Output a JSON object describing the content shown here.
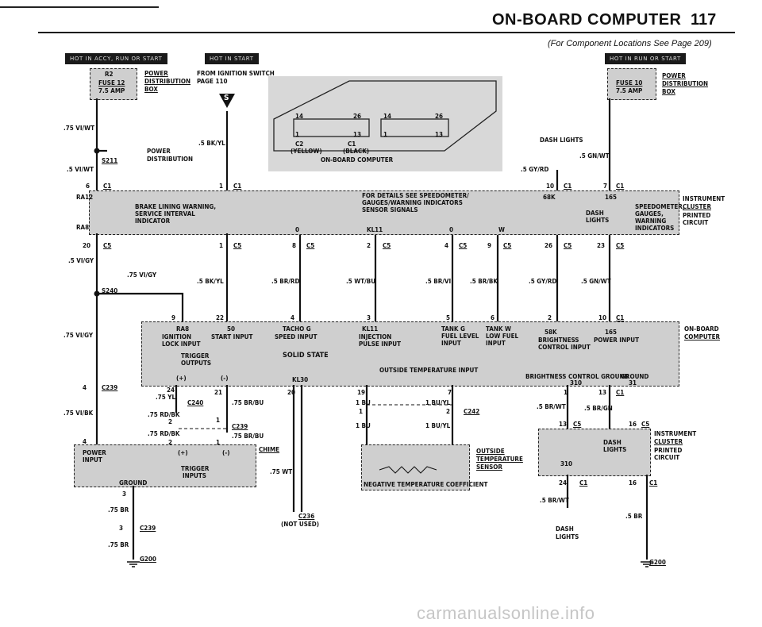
{
  "header": {
    "title": "ON-BOARD COMPUTER",
    "page": "117",
    "note": "(For Component Locations See Page 209)"
  },
  "hot_bars": {
    "left": "HOT IN ACCY, RUN OR START",
    "middle": "HOT IN START",
    "right": "HOT IN RUN OR START"
  },
  "fuse_left": {
    "fuse": "FUSE 12",
    "amp": "7.5 AMP",
    "r": "R2",
    "label": [
      "POWER",
      "DISTRIBUTION",
      "BOX"
    ]
  },
  "fuse_right": {
    "fuse": "FUSE 10",
    "amp": "7.5 AMP",
    "label": [
      "POWER",
      "DISTRIBUTION",
      "BOX"
    ]
  },
  "ignition": {
    "l1": "FROM IGNITION SWITCH",
    "l2": "PAGE 110",
    "arrow": "S"
  },
  "module_img": {
    "c2": "C2",
    "yellow": "(YELLOW)",
    "c1": "C1",
    "black": "(BLACK)",
    "title": "ON-BOARD COMPUTER",
    "n14a": "14",
    "n26a": "26",
    "n1a": "1",
    "n13a": "13",
    "n14b": "14",
    "n26b": "26",
    "n1b": "1",
    "n13b": "13"
  },
  "dash_lights": "DASH LIGHTS",
  "wires": {
    "w75vi": ".75 VI/WT",
    "w5vi": ".5 VI/WT",
    "w5bkyl": ".5 BK/YL",
    "w5gnwt": ".5 GN/WT",
    "w5gyrd": ".5 GY/RD",
    "w5vigy": ".5 VI/GY",
    "w75vigy": ".75 VI/GY",
    "w75vigy2": ".75 VI/GY",
    "w5bkyl2": ".5 BK/YL",
    "w5brrd": ".5 BR/RD",
    "w5wtbu": ".5 WT/BU",
    "w5brvi": ".5 BR/VI",
    "w5brbk": ".5 BR/BK",
    "w5gyrd2": ".5 GY/RD",
    "w5gnwt2": ".5 GN/WT",
    "w75vibk": ".75 VI/BK",
    "w75yl": ".75 YL",
    "w75rdbk": ".75 RD/BK",
    "w75rdbk2": ".75 RD/BK",
    "w75brbu": ".75 BR/BU",
    "w75brbu2": ".75 BR/BU",
    "w75wt": ".75 WT",
    "w1bu": "1 BU",
    "w1buyl": "1 BU/YL",
    "w1bu2": "1 BU",
    "w1buyl2": "1 BU/YL",
    "w5brwt": ".5 BR/WT",
    "w5brgn": ".5 BR/GN",
    "w5brwt2": ".5 BR/WT",
    "w5br": ".5 BR",
    "w75br": ".75 BR",
    "w75br2": ".75 BR"
  },
  "splice": {
    "s211": "S211",
    "power_dist": [
      "POWER",
      "DISTRIBUTION"
    ],
    "s240": "S240"
  },
  "cluster_top": {
    "ra12": "RA12",
    "ra8": "RA8",
    "brake": [
      "BRAKE LINING WARNING,",
      "SERVICE INTERVAL",
      "INDICATOR"
    ],
    "details": [
      "FOR DETAILS SEE SPEEDOMETER/",
      "GAUGES/WARNING INDICATORS",
      "SENSOR SIGNALS"
    ],
    "kl11": "KL11",
    "n0a": "0",
    "n0b": "0",
    "w": "W",
    "n68k": "68K",
    "n165": "165",
    "dash": [
      "DASH",
      "LIGHTS"
    ],
    "speedo": [
      "SPEEDOMETER,",
      "GAUGES,",
      "WARNING",
      "INDICATORS"
    ],
    "label": [
      "INSTRUMENT",
      "CLUSTER"
    ],
    "printed": [
      "PRINTED",
      "CIRCUIT"
    ]
  },
  "connectors": {
    "c1a": "C1",
    "c1b": "C1",
    "c1c": "C1",
    "c1d": "C1",
    "c5a": "C5",
    "c5b": "C5",
    "c5c": "C5",
    "c5d": "C5",
    "c5e": "C5",
    "c5f": "C5",
    "c5g": "C5",
    "c5h": "C5",
    "c1e": "C1",
    "c1f": "C1",
    "c1g": "C1",
    "c1h": "C1",
    "c5i": "C5",
    "c5j": "C5",
    "c239a": "C239",
    "c240": "C240",
    "c239b": "C239",
    "c239c": "C239",
    "c242": "C242",
    "c236": "C236",
    "not_used": "(NOT USED)",
    "g200a": "G200",
    "g200b": "G200",
    "c1i": "C1"
  },
  "pins": {
    "p6": "6",
    "p1": "1",
    "p10": "10",
    "p7": "7",
    "p20": "20",
    "p1b": "1",
    "p8": "8",
    "p2": "2",
    "p4": "4",
    "p9": "9",
    "p26": "26",
    "p23": "23",
    "p9b": "9",
    "p22": "22",
    "p4b": "4",
    "p3": "3",
    "p5": "5",
    "p6b": "6",
    "p2b": "2",
    "p10b": "10",
    "p4c": "4",
    "p24": "24",
    "p21": "21",
    "p2c": "2",
    "p1c": "1",
    "p2d": "2",
    "p1d": "1",
    "p20b": "20",
    "p19": "19",
    "p7b": "7",
    "p1e": "1",
    "p2e": "2",
    "p1f": "1",
    "p13": "13",
    "p13b": "13",
    "p16": "16",
    "p24b": "24",
    "p16b": "16",
    "p4d": "4",
    "p3b": "3",
    "p3c": "3"
  },
  "computer": {
    "ra8": "RA8",
    "ign": [
      "IGNITION",
      "LOCK INPUT"
    ],
    "n50": "50",
    "start": "START INPUT",
    "tacho": [
      "TACHO G",
      "SPEED INPUT"
    ],
    "kl11": [
      "KL11",
      "INJECTION",
      "PULSE INPUT"
    ],
    "tank": [
      "TANK G",
      "FUEL LEVEL",
      "INPUT"
    ],
    "tankw": [
      "TANK W",
      "LOW FUEL",
      "INPUT"
    ],
    "n58k": "58K",
    "bright": [
      "BRIGHTNESS",
      "CONTROL INPUT"
    ],
    "n165": "165",
    "power": "POWER INPUT",
    "trigger": [
      "TRIGGER",
      "OUTPUTS"
    ],
    "solid": "SOLID STATE",
    "outside": "OUTSIDE TEMPERATURE INPUT",
    "bcg": "BRIGHTNESS CONTROL GROUND",
    "n310": "310",
    "gnd": "GROUND",
    "n31": "31",
    "kl30": "KL30",
    "plus": "(+)",
    "minus": "(-)",
    "label": [
      "ON-BOARD",
      "COMPUTER"
    ]
  },
  "chime": {
    "power": [
      "POWER",
      "INPUT"
    ],
    "plus": "(+)",
    "minus": "(-)",
    "trigger": [
      "TRIGGER",
      "INPUTS"
    ],
    "ground": "GROUND",
    "label": "CHIME"
  },
  "sensor": {
    "ntc": "NEGATIVE TEMPERATURE COEFFICIENT",
    "label": [
      "OUTSIDE",
      "TEMPERATURE",
      "SENSOR"
    ]
  },
  "cluster_bot": {
    "dash": [
      "DASH",
      "LIGHTS"
    ],
    "n310": "310",
    "label": [
      "INSTRUMENT",
      "CLUSTER"
    ],
    "printed": [
      "PRINTED",
      "CIRCUIT"
    ]
  },
  "dash_bottom": [
    "DASH",
    "LIGHTS"
  ],
  "watermark": "carmanualsonline.info"
}
